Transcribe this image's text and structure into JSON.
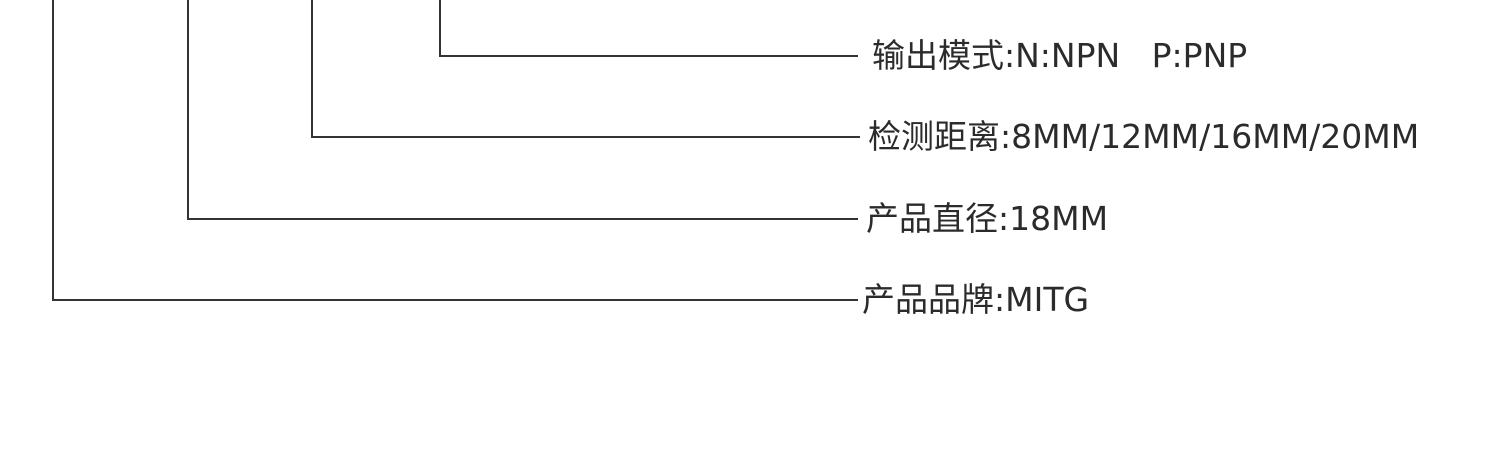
{
  "diagram": {
    "labels": {
      "output_mode": "输出模式:N:NPN   P:PNP",
      "detection_distance": "检测距离:8MM/12MM/16MM/20MM",
      "product_diameter": "产品直径:18MM",
      "product_brand": "产品品牌:MITG"
    }
  }
}
